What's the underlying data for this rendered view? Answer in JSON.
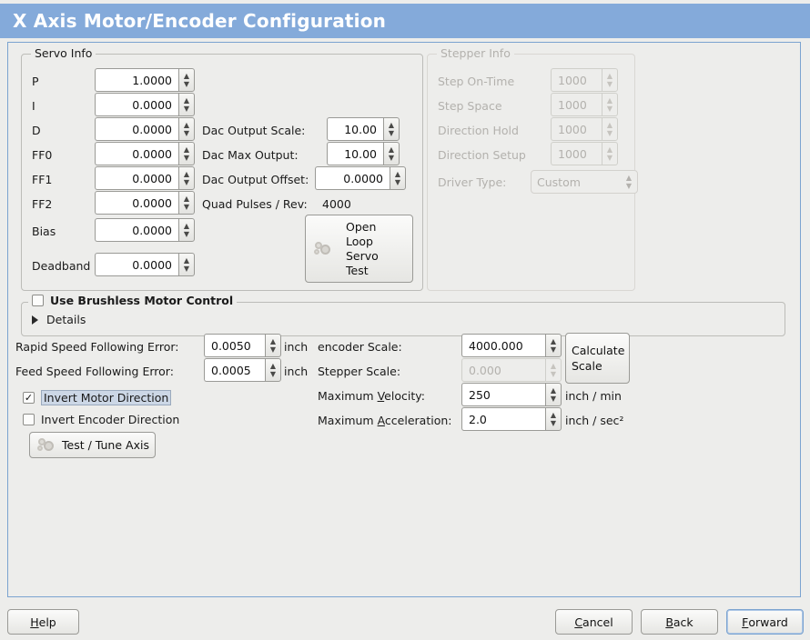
{
  "window": {
    "title": "X Axis Motor/Encoder Configuration",
    "accent": "#84aada"
  },
  "servo": {
    "title": "Servo Info",
    "rows": [
      {
        "label": "P",
        "value": "1.0000"
      },
      {
        "label": "I",
        "value": "0.0000"
      },
      {
        "label": "D",
        "value": "0.0000"
      },
      {
        "label": "FF0",
        "value": "0.0000"
      },
      {
        "label": "FF1",
        "value": "0.0000"
      },
      {
        "label": "FF2",
        "value": "0.0000"
      },
      {
        "label": "Bias",
        "value": "0.0000"
      },
      {
        "label": "Deadband",
        "value": "0.0000"
      }
    ],
    "dac": [
      {
        "label": "Dac Output Scale:",
        "value": "10.00"
      },
      {
        "label": "Dac Max Output:",
        "value": "10.00"
      },
      {
        "label": "Dac Output Offset:",
        "value": "0.0000"
      }
    ],
    "quad_label": "Quad Pulses / Rev:",
    "quad_value": "4000",
    "open_loop_button": [
      "Open",
      "Loop",
      "Servo",
      "Test"
    ]
  },
  "stepper": {
    "title": "Stepper Info",
    "enabled": false,
    "rows": [
      {
        "label": "Step On-Time",
        "value": "1000"
      },
      {
        "label": "Step Space",
        "value": "1000"
      },
      {
        "label": "Direction Hold",
        "value": "1000"
      },
      {
        "label": "Direction Setup",
        "value": "1000"
      }
    ],
    "driver_type_label": "Driver Type:",
    "driver_type_value": "Custom"
  },
  "brushless": {
    "checkbox_label": "Use Brushless Motor Control",
    "checked": false,
    "details_label": "Details",
    "expanded": false
  },
  "errors": {
    "rapid_label": "Rapid Speed Following Error:",
    "rapid_value": "0.0050",
    "rapid_unit": "inch",
    "feed_label": "Feed Speed Following Error:",
    "feed_value": "0.0005",
    "feed_unit": "inch",
    "invert_motor_label": "Invert Motor Direction",
    "invert_motor_checked": true,
    "invert_encoder_label": "Invert Encoder Direction",
    "invert_encoder_checked": false,
    "test_tune_label": "Test / Tune Axis"
  },
  "scales": {
    "encoder_label": "encoder Scale:",
    "encoder_value": "4000.000",
    "stepper_label": "Stepper Scale:",
    "stepper_value": "0.000",
    "stepper_enabled": false,
    "calculate_button": [
      "Calculate",
      "Scale"
    ],
    "max_velocity_label_pre": "Maximum ",
    "max_velocity_label_key": "V",
    "max_velocity_label_post": "elocity:",
    "max_velocity_value": "250",
    "max_velocity_unit": "inch / min",
    "max_accel_label_pre": "Maximum ",
    "max_accel_label_key": "A",
    "max_accel_label_post": "cceleration:",
    "max_accel_value": "2.0",
    "max_accel_unit": "inch / sec²"
  },
  "footer": {
    "help": {
      "pre": "",
      "key": "H",
      "post": "elp"
    },
    "cancel": {
      "pre": "",
      "key": "C",
      "post": "ancel"
    },
    "back": {
      "pre": "",
      "key": "B",
      "post": "ack"
    },
    "forward": {
      "pre": "",
      "key": "F",
      "post": "orward"
    }
  }
}
